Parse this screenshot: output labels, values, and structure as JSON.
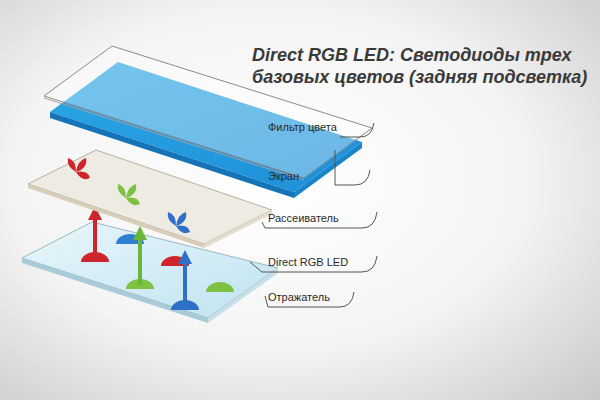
{
  "diagram": {
    "title": "Direct RGB LED: Светодиоды трех базовых цветов (задняя подсветка)",
    "labels": [
      "Фильтр цвета",
      "Экран",
      "Рассеиватель",
      "Direct RGB LED",
      "Отражатель"
    ]
  }
}
